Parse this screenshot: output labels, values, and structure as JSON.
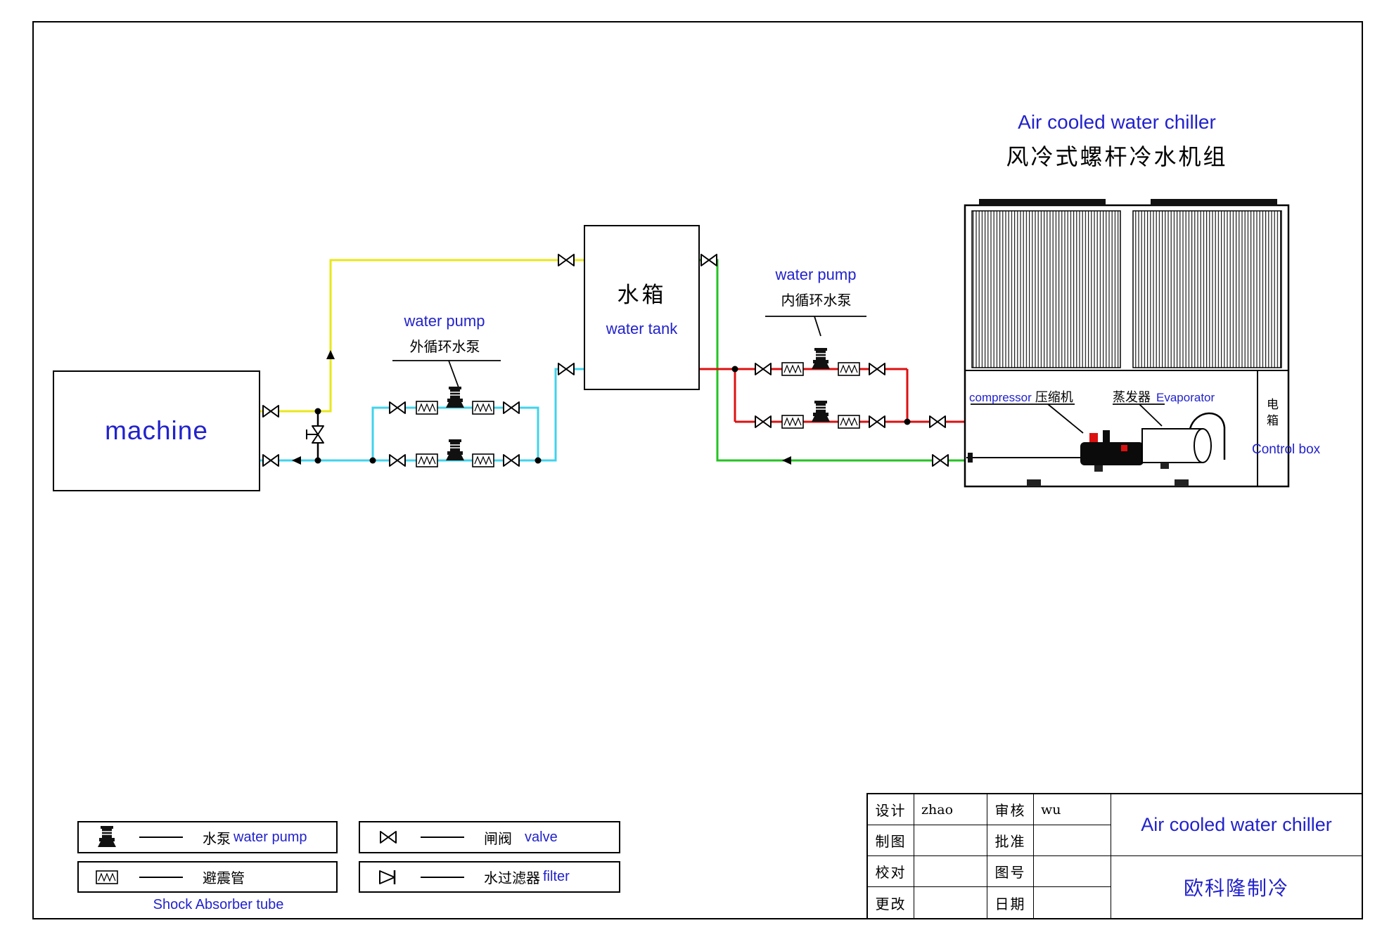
{
  "colors": {
    "accent_blue": "#2222CC",
    "pipe_yellow": "#E9E71A",
    "pipe_cyan": "#3FD3EC",
    "pipe_red": "#DD1010",
    "pipe_green": "#22C322"
  },
  "chiller": {
    "title_en": "Air cooled water chiller",
    "title_zh": "风冷式螺杆冷水机组",
    "compressor_en": "compressor",
    "compressor_zh": "压缩机",
    "evaporator_zh": "蒸发器",
    "evaporator_en": "Evaporator",
    "control_box_zh": "电箱",
    "control_box_en": "Control box"
  },
  "machine": {
    "label": "machine"
  },
  "tank": {
    "title_zh": "水箱",
    "title_en": "water tank"
  },
  "pumps": {
    "external": {
      "en": "water pump",
      "zh": "外循环水泵"
    },
    "internal": {
      "en": "water pump",
      "zh": "内循环水泵"
    }
  },
  "legend": {
    "water_pump": {
      "zh": "水泵",
      "en": "water pump"
    },
    "shock_absorber": {
      "zh": "避震管",
      "subtitle_en": "Shock Absorber tube"
    },
    "valve": {
      "zh": "闸阀",
      "en": "valve"
    },
    "filter": {
      "zh": "水过滤器",
      "en": "filter"
    }
  },
  "title_block": {
    "rows": [
      [
        "设计",
        "zhao",
        "审核",
        "wu"
      ],
      [
        "制图",
        "",
        "批准",
        ""
      ],
      [
        "校对",
        "",
        "图号",
        ""
      ],
      [
        "更改",
        "",
        "日期",
        ""
      ]
    ],
    "product": "Air cooled water chiller",
    "company": "欧科隆制冷"
  }
}
